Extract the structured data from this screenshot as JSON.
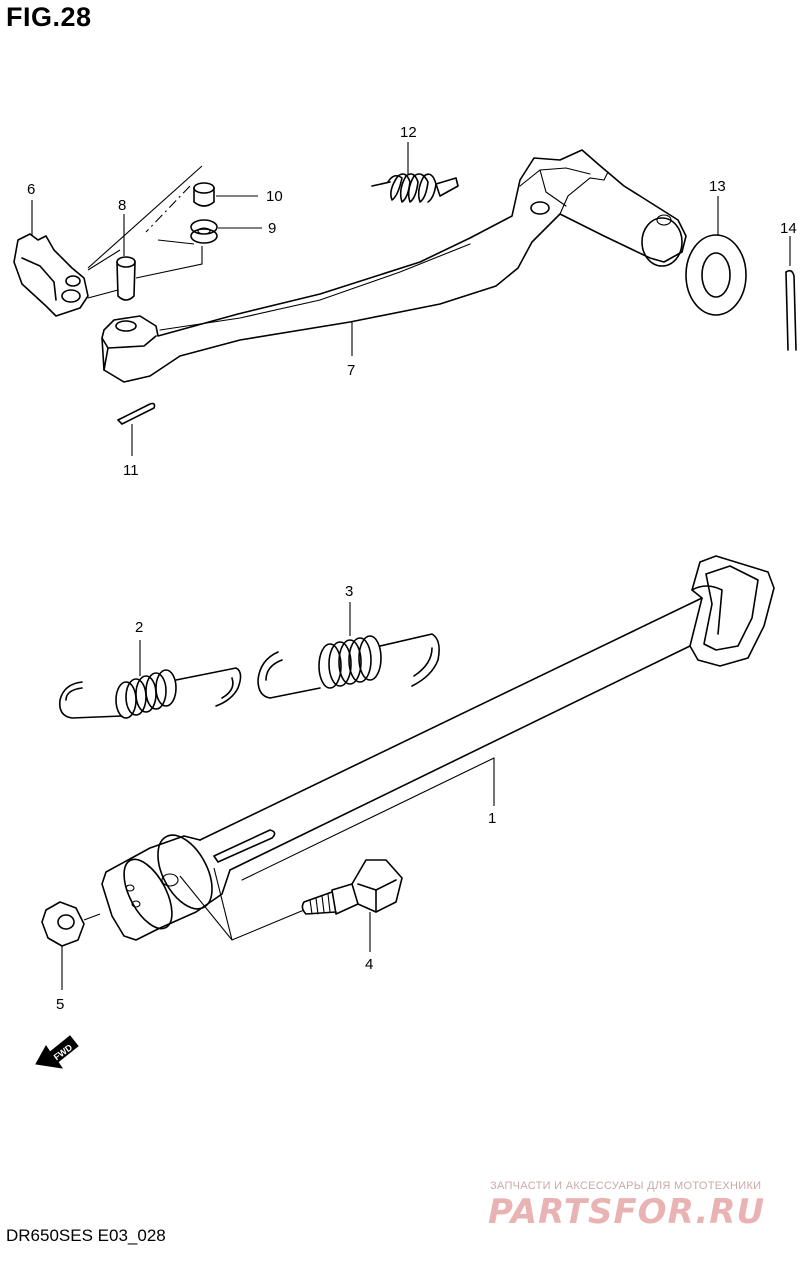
{
  "figure": {
    "title": "FIG.28",
    "code": "DR650SES E03_028",
    "fwd_label": "FWD"
  },
  "callouts": {
    "c1": "1",
    "c2": "2",
    "c3": "3",
    "c4": "4",
    "c5": "5",
    "c6": "6",
    "c7": "7",
    "c8": "8",
    "c9": "9",
    "c10": "10",
    "c11": "11",
    "c12": "12",
    "c13": "13",
    "c14": "14"
  },
  "watermark": {
    "tagline": "ЗАПЧАСТИ И АКСЕССУАРЫ ДЛЯ МОТОТЕХНИКИ",
    "logo": "PARTSFOR.RU"
  },
  "colors": {
    "line": "#000000",
    "watermark": "#e9b3b3"
  }
}
